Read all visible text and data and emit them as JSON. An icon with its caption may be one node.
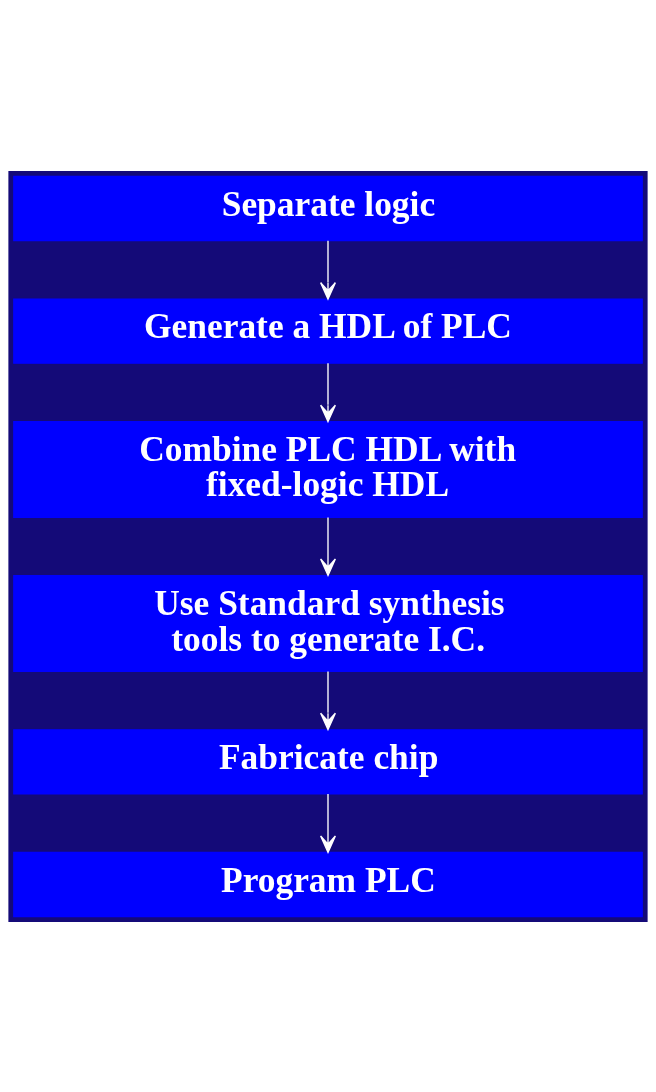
{
  "diagram": {
    "nodes": [
      {
        "text": [
          "Separate logic"
        ]
      },
      {
        "text": [
          "Generate a HDL of PLC"
        ]
      },
      {
        "text": [
          "Combine PLC HDL with fixed-logic HDL"
        ]
      },
      {
        "text": [
          "Use Standard synthesis tools to generate I.C."
        ]
      },
      {
        "text": [
          "Fabricate chip"
        ]
      },
      {
        "text": [
          "Program PLC"
        ]
      }
    ],
    "edges": [
      {
        "from": 0,
        "to": 1,
        "arrow": "to"
      },
      {
        "from": 1,
        "to": 2,
        "arrow": "to"
      },
      {
        "from": 2,
        "to": 3,
        "arrow": "to"
      },
      {
        "from": 3,
        "to": 4,
        "arrow": "to"
      },
      {
        "from": 4,
        "to": 5,
        "arrow": "to"
      }
    ]
  }
}
